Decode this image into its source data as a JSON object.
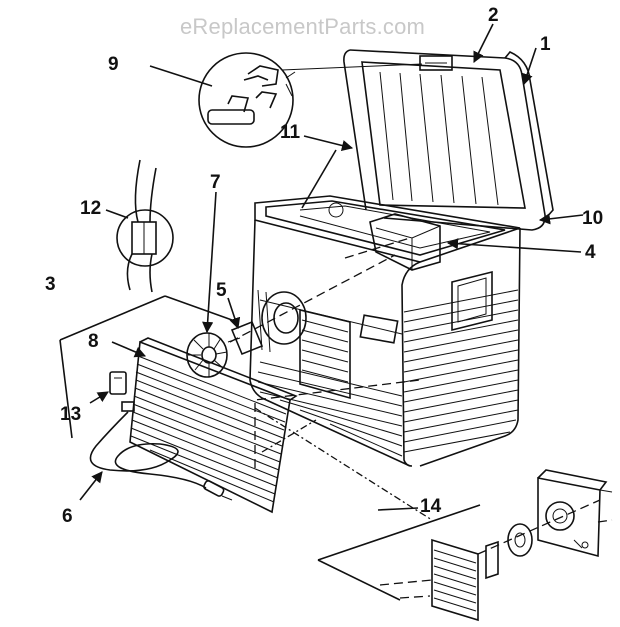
{
  "watermark": "eReplacementParts.com",
  "callouts": [
    "1",
    "2",
    "3",
    "4",
    "5",
    "6",
    "7",
    "8",
    "9",
    "10",
    "11",
    "12",
    "13",
    "14"
  ]
}
